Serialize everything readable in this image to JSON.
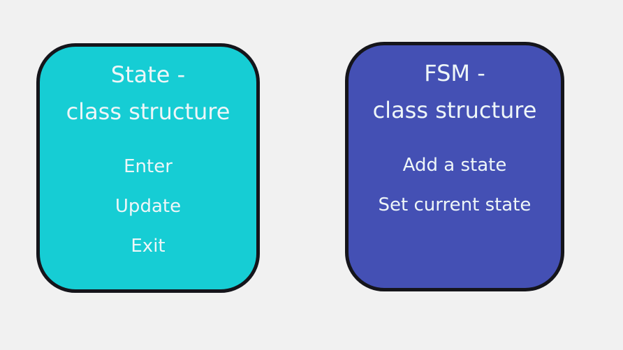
{
  "background_color": "#f1f1f1",
  "text_color": "#eef6f8",
  "cards": [
    {
      "name": "state-class-structure",
      "title_line1": "State -",
      "title_line2": "class structure",
      "items": [
        "Enter",
        "Update",
        "Exit"
      ],
      "fill_color": "#16cdd4",
      "border_color": "#15151b"
    },
    {
      "name": "fsm-class-structure",
      "title_line1": "FSM -",
      "title_line2": "class structure",
      "items": [
        "Add a state",
        "Set current state"
      ],
      "fill_color": "#4450b4",
      "border_color": "#15151b"
    }
  ]
}
